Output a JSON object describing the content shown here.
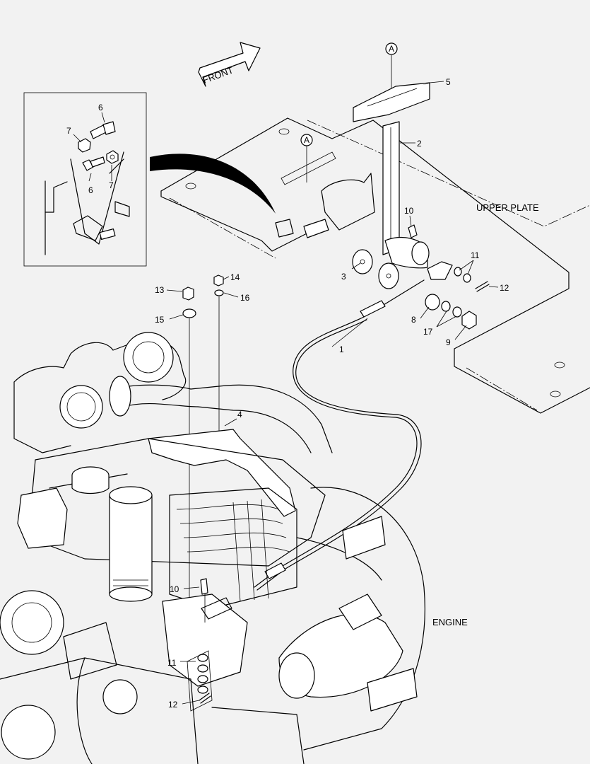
{
  "texts": {
    "front": "FRONT",
    "upper_plate": "UPPER PLATE",
    "engine": "ENGINE",
    "ref_a": "A"
  },
  "callouts": [
    "1",
    "2",
    "3",
    "4",
    "5",
    "6",
    "7",
    "8",
    "9",
    "10",
    "11",
    "12",
    "13",
    "14",
    "15",
    "16",
    "17"
  ],
  "detail_callouts": {
    "bolt_top": "6",
    "nut_top": "7",
    "bolt_bottom": "6",
    "nut_bottom": "7"
  },
  "lower_callouts": {
    "pin": "10",
    "washers": "11",
    "cotter": "12"
  },
  "colors": {
    "background": "#f2f2f2",
    "line": "#000000",
    "fill": "#ffffff"
  }
}
